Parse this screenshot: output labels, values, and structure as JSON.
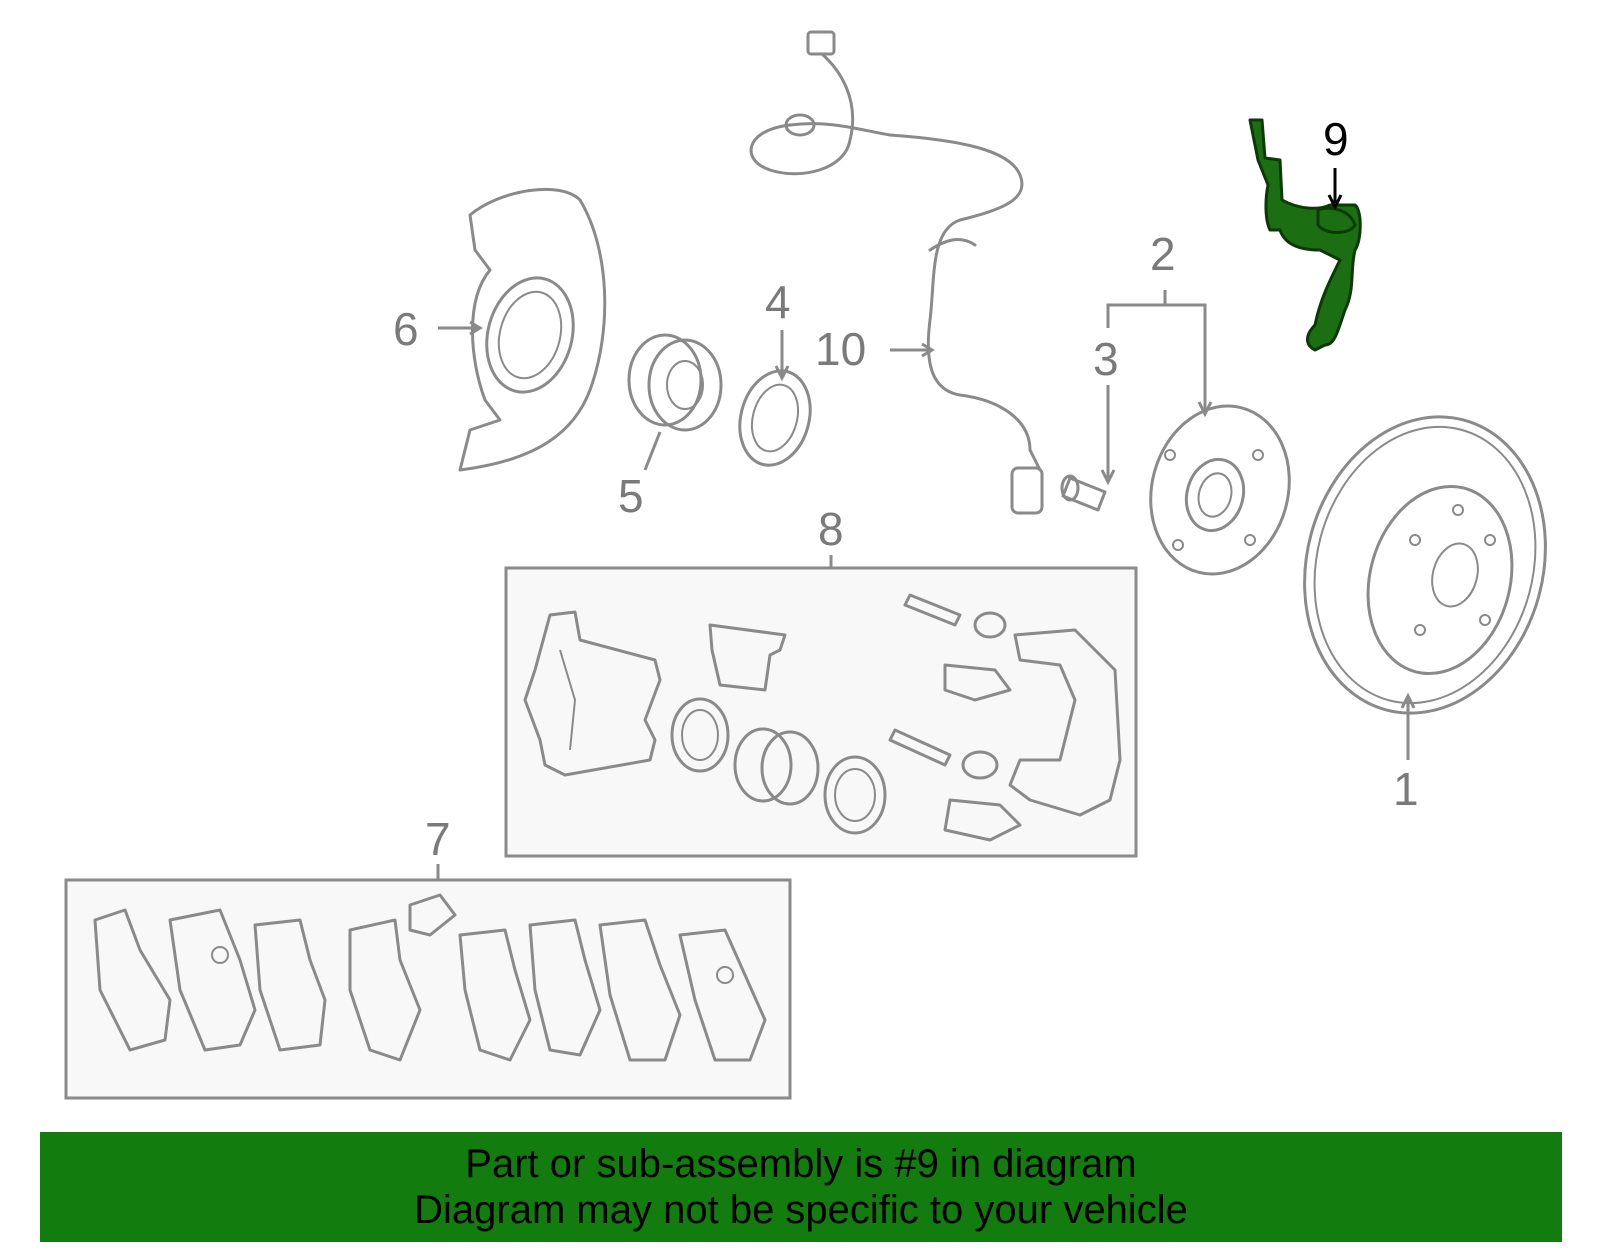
{
  "callouts": {
    "c1": "1",
    "c2": "2",
    "c3": "3",
    "c4": "4",
    "c5": "5",
    "c6": "6",
    "c7": "7",
    "c8": "8",
    "c9": "9",
    "c10": "10"
  },
  "highlight": {
    "part_number": "9",
    "color": "#137c0e"
  },
  "banner": {
    "line1": "Part or sub-assembly is #9 in diagram",
    "line2": "Diagram may not be specific to your vehicle",
    "background": "#137c0e"
  }
}
